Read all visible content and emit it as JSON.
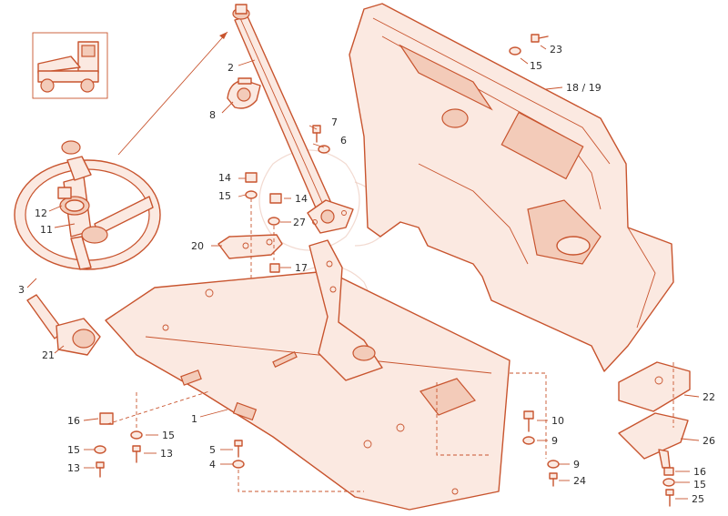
{
  "diagram": {
    "accent_color": "#c8542e",
    "callouts": [
      {
        "id": "c2",
        "text": "2"
      },
      {
        "id": "c8",
        "text": "8"
      },
      {
        "id": "c7",
        "text": "7"
      },
      {
        "id": "c6",
        "text": "6"
      },
      {
        "id": "c14a",
        "text": "14"
      },
      {
        "id": "c15a",
        "text": "15"
      },
      {
        "id": "c14b",
        "text": "14"
      },
      {
        "id": "c27",
        "text": "27"
      },
      {
        "id": "c20",
        "text": "20"
      },
      {
        "id": "c17",
        "text": "17"
      },
      {
        "id": "c23",
        "text": "23"
      },
      {
        "id": "c15b",
        "text": "15"
      },
      {
        "id": "c1819",
        "text": "18 / 19"
      },
      {
        "id": "c12",
        "text": "12"
      },
      {
        "id": "c11",
        "text": "11"
      },
      {
        "id": "c3",
        "text": "3"
      },
      {
        "id": "c21",
        "text": "21"
      },
      {
        "id": "c1",
        "text": "1"
      },
      {
        "id": "c16a",
        "text": "16"
      },
      {
        "id": "c15c",
        "text": "15"
      },
      {
        "id": "c15d",
        "text": "15"
      },
      {
        "id": "c13a",
        "text": "13"
      },
      {
        "id": "c13b",
        "text": "13"
      },
      {
        "id": "c5",
        "text": "5"
      },
      {
        "id": "c4",
        "text": "4"
      },
      {
        "id": "c10",
        "text": "10"
      },
      {
        "id": "c9a",
        "text": "9"
      },
      {
        "id": "c9b",
        "text": "9"
      },
      {
        "id": "c24",
        "text": "24"
      },
      {
        "id": "c22",
        "text": "22"
      },
      {
        "id": "c26",
        "text": "26"
      },
      {
        "id": "c16b",
        "text": "16"
      },
      {
        "id": "c15e",
        "text": "15"
      },
      {
        "id": "c25",
        "text": "25"
      }
    ]
  }
}
